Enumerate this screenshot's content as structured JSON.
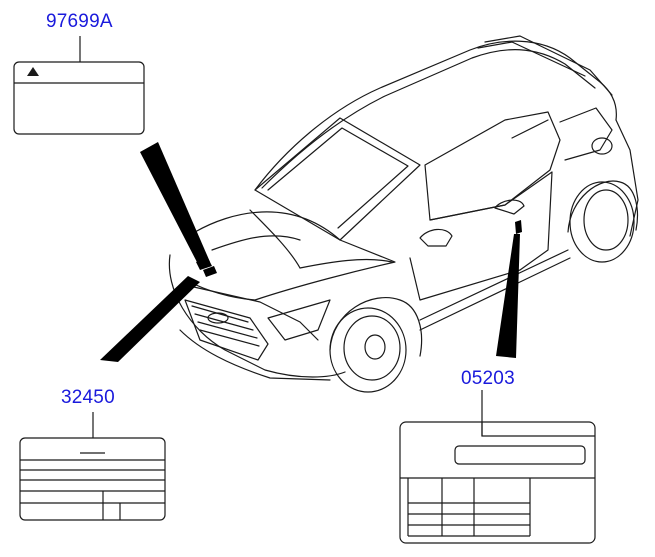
{
  "parts": [
    {
      "id": "label-97699a",
      "number": "97699A"
    },
    {
      "id": "label-32450",
      "number": "32450"
    },
    {
      "id": "label-05203",
      "number": "05203"
    }
  ],
  "colors": {
    "part_number": "#1a1adc",
    "line": "#1a1a1a",
    "leader": "#000000"
  }
}
